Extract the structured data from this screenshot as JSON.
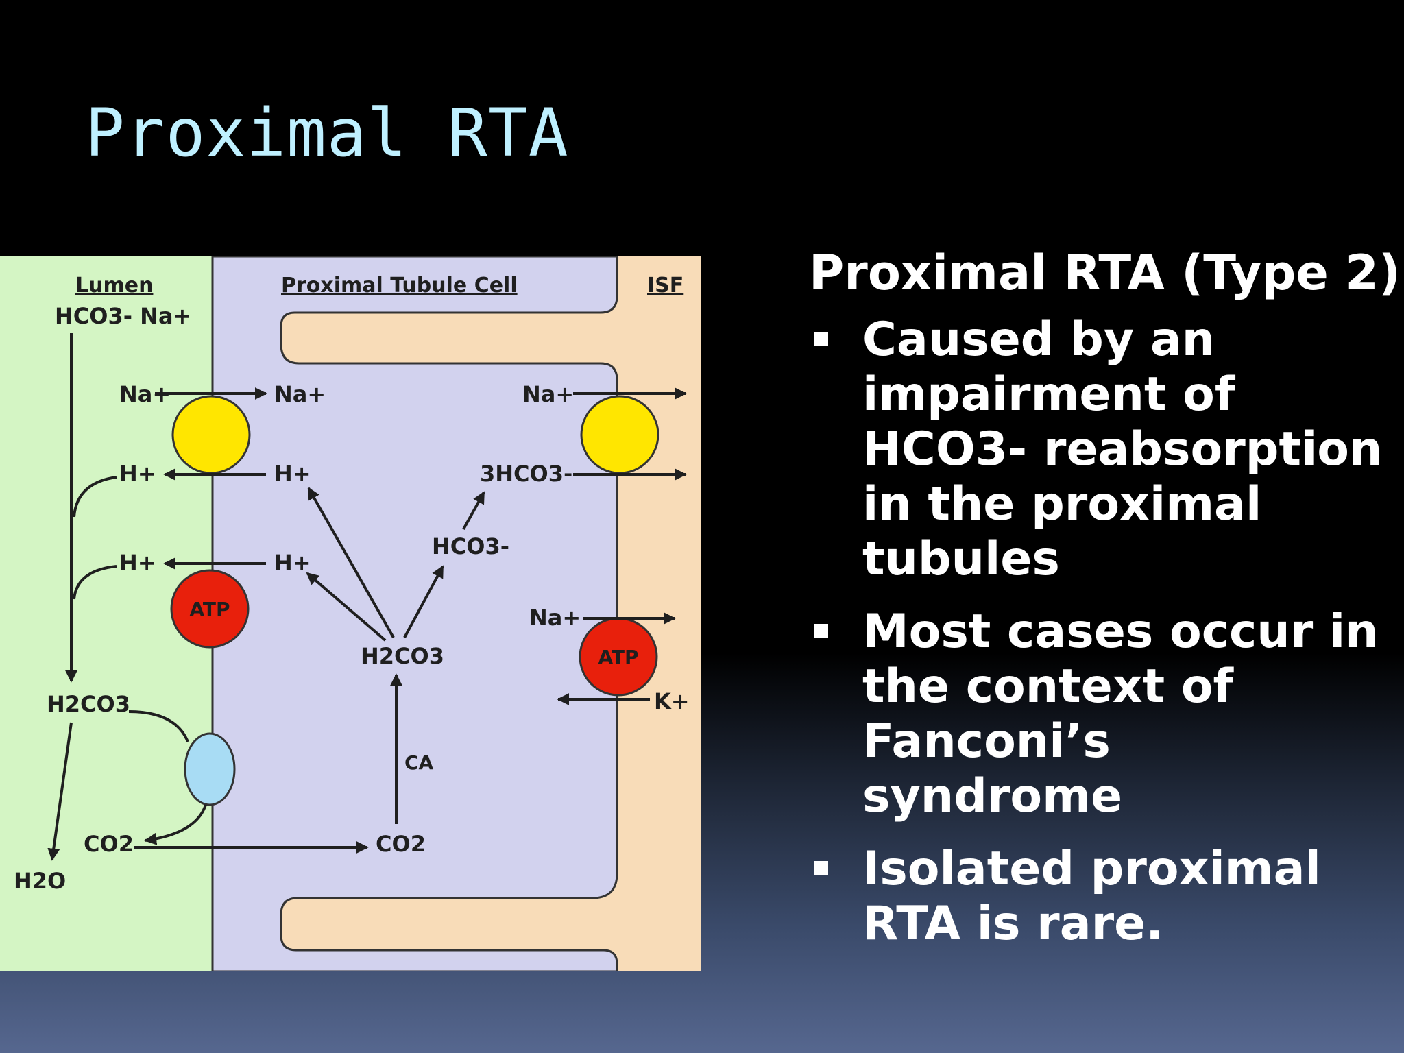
{
  "slide": {
    "title": "Proximal RTA"
  },
  "diagram": {
    "regions": {
      "lumen": "Lumen",
      "cell": "Proximal Tubule Cell",
      "isf": "ISF"
    },
    "labels": {
      "lumen_top": "HCO3- Na+",
      "na_lumen": "Na+",
      "na_cell": "Na+",
      "h_lumen_1": "H+",
      "h_cell_1": "H+",
      "h_lumen_2": "H+",
      "h_cell_2": "H+",
      "h2co3_lumen": "H2CO3",
      "co2_lumen": "CO2",
      "h2o": "H2O",
      "co2_cell": "CO2",
      "ca": "CA",
      "h2co3_cell": "H2CO3",
      "hco3_cell": "HCO3-",
      "hco3_3": "3HCO3-",
      "na_isf_1": "Na+",
      "na_isf_2": "Na+",
      "k_isf": "K+",
      "atp_left": "ATP",
      "atp_right": "ATP"
    },
    "colors": {
      "lumen": "#d4f5c4",
      "cell": "#d2d2ee",
      "isf": "#f8dcb8",
      "exchanger": "#ffe600",
      "atpase": "#e8200c",
      "ca_transporter": "#a8dcf4"
    }
  },
  "text_panel": {
    "heading": "Proximal RTA (Type 2)",
    "bullets": [
      "Caused by an impairment of HCO3- reabsorption in the proximal tubules",
      "Most cases occur in the context of Fanconi’s syndrome",
      "Isolated proximal RTA is rare."
    ]
  }
}
